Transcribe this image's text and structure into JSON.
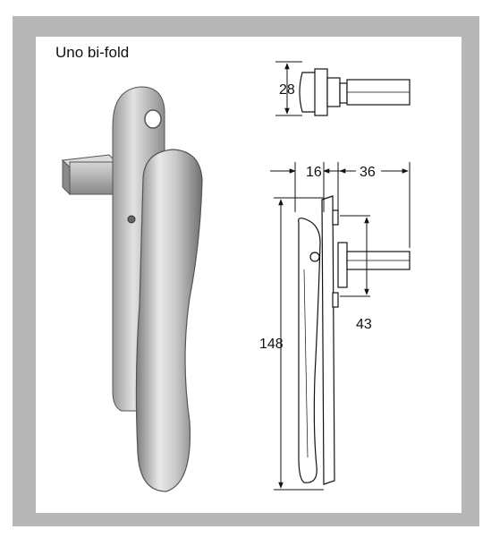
{
  "product": {
    "title": "Uno bi-fold"
  },
  "dimensions": {
    "top_height": "28",
    "depth": "16",
    "spindle_length": "36",
    "spindle_centres": "43",
    "overall_height": "148"
  },
  "colors": {
    "frame": "#b7b7b7",
    "panel": "#ffffff",
    "line": "#111111"
  }
}
